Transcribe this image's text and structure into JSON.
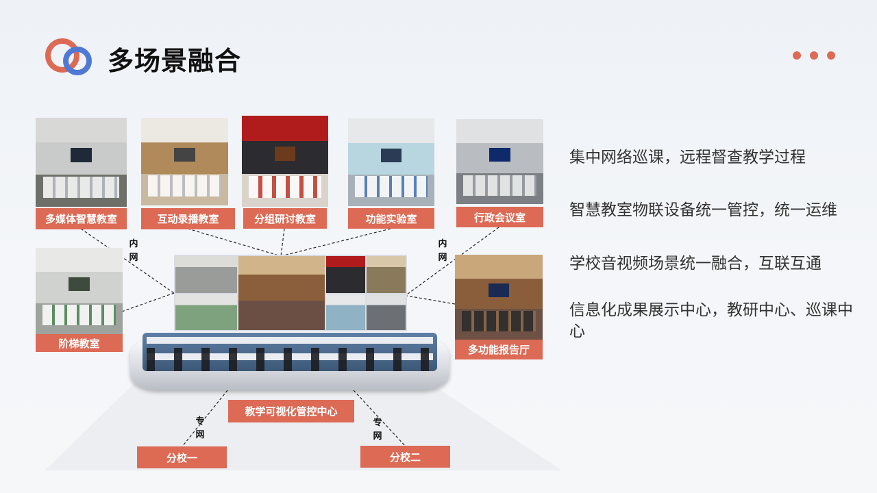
{
  "header": {
    "title": "多场景融合"
  },
  "rooms": {
    "multimedia": "多媒体智慧教室",
    "recording": "互动录播教室",
    "group": "分组研讨教室",
    "lab": "功能实验室",
    "meeting": "行政会议室",
    "lecture": "阶梯教室",
    "report": "多功能报告厅"
  },
  "center": {
    "label": "教学可视化管控中心"
  },
  "branches": {
    "one": "分校一",
    "two": "分校二"
  },
  "network": {
    "inner": "内网",
    "dedicated": "专网"
  },
  "bullets": [
    "集中网络巡课，远程督查教学过程",
    "智慧教室物联设备统一管控，统一运维",
    "学校音视频场景统一融合，互联互通",
    "信息化成果展示中心，教研中心、巡课中心"
  ],
  "colors": {
    "accent": "#dc6a55",
    "blue": "#4f79d3"
  }
}
